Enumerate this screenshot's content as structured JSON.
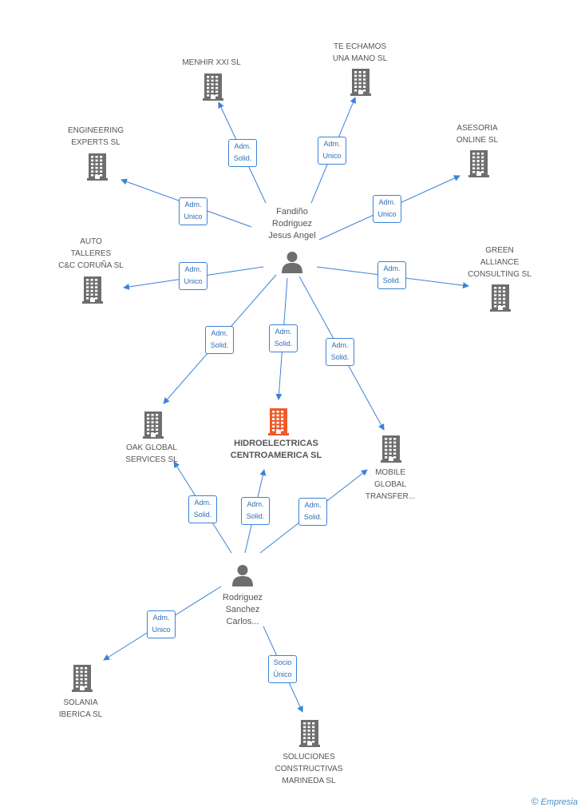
{
  "persons": [
    {
      "id": "p1",
      "label": "Fandiño\nRodriguez\nJesus Angel"
    },
    {
      "id": "p2",
      "label": "Rodriguez\nSanchez\nCarlos..."
    }
  ],
  "companies": [
    {
      "id": "c_main",
      "label": "HIDROELECTRICAS\nCENTROAMERICA SL",
      "main": true,
      "color": "#f05a28"
    },
    {
      "id": "c_menhir",
      "label": "MENHIR XXI SL"
    },
    {
      "id": "c_teechamos",
      "label": "TE ECHAMOS\nUNA MANO SL"
    },
    {
      "id": "c_engineering",
      "label": "ENGINEERING\nEXPERTS  SL"
    },
    {
      "id": "c_asesoria",
      "label": "ASESORIA\nONLINE SL"
    },
    {
      "id": "c_auto",
      "label": "AUTO\nTALLERES\nC&C CORUÑA SL"
    },
    {
      "id": "c_green",
      "label": "GREEN\nALLIANCE\nCONSULTING  SL"
    },
    {
      "id": "c_oak",
      "label": "OAK GLOBAL\nSERVICES SL"
    },
    {
      "id": "c_mobile",
      "label": "MOBILE\nGLOBAL\nTRANSFER..."
    },
    {
      "id": "c_solania",
      "label": "SOLANIA\nIBERICA SL"
    },
    {
      "id": "c_soluciones",
      "label": "SOLUCIONES\nCONSTRUCTIVAS\nMARINEDA SL"
    }
  ],
  "relations": [
    {
      "from": "p1",
      "to": "c_menhir",
      "role": "Adm.\nSolid."
    },
    {
      "from": "p1",
      "to": "c_teechamos",
      "role": "Adm.\nUnico"
    },
    {
      "from": "p1",
      "to": "c_engineering",
      "role": "Adm.\nUnico"
    },
    {
      "from": "p1",
      "to": "c_asesoria",
      "role": "Adm.\nUnico"
    },
    {
      "from": "p1",
      "to": "c_auto",
      "role": "Adm.\nUnico"
    },
    {
      "from": "p1",
      "to": "c_green",
      "role": "Adm.\nSolid."
    },
    {
      "from": "p1",
      "to": "c_oak",
      "role": "Adm.\nSolid."
    },
    {
      "from": "p1",
      "to": "c_main",
      "role": "Adm.\nSolid."
    },
    {
      "from": "p1",
      "to": "c_mobile",
      "role": "Adm.\nSolid."
    },
    {
      "from": "p2",
      "to": "c_oak",
      "role": "Adm.\nSolid."
    },
    {
      "from": "p2",
      "to": "c_main",
      "role": "Adm.\nSolid."
    },
    {
      "from": "p2",
      "to": "c_mobile",
      "role": "Adm.\nSolid."
    },
    {
      "from": "p2",
      "to": "c_solania",
      "role": "Adm.\nUnico"
    },
    {
      "from": "p2",
      "to": "c_soluciones",
      "role": "Socio\nÚnico"
    }
  ],
  "colors": {
    "edge": "#3b82d6",
    "building": "#6e6e6e",
    "building_main": "#f05a28",
    "person": "#6e6e6e"
  },
  "footer": {
    "copyright_symbol": "©",
    "brand": "Empresia"
  }
}
